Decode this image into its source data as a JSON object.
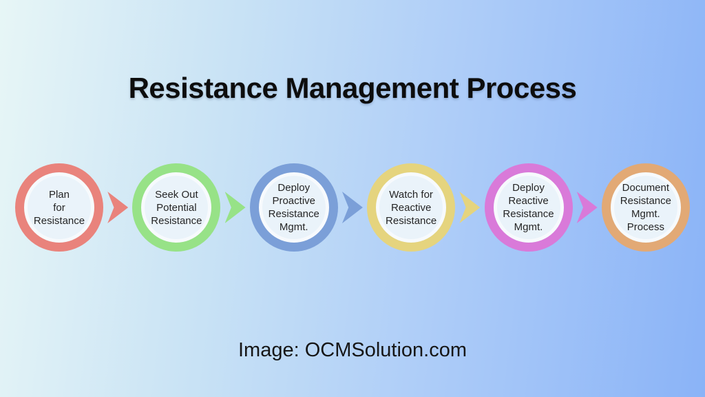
{
  "title": "Resistance Management Process",
  "footer": "Image: OCMSolution.com",
  "colors": {
    "background_start": "#e7f6f6",
    "background_mid": "#c8e2f5",
    "background_end": "#8ab3f7",
    "circle_fill": "#eaf3fa",
    "title_text": "#0d0d0d",
    "step_text": "#252525"
  },
  "steps": [
    {
      "label": "Plan\nfor\nResistance",
      "color": "#e9837c"
    },
    {
      "label": "Seek Out\nPotential\nResistance",
      "color": "#97e287"
    },
    {
      "label": "Deploy\nProactive\nResistance\nMgmt.",
      "color": "#7b9fd8"
    },
    {
      "label": "Watch for\nReactive\nResistance",
      "color": "#e5d47e"
    },
    {
      "label": "Deploy\nReactive\nResistance\nMgmt.",
      "color": "#d97ad9"
    },
    {
      "label": "Document\nResistance\nMgmt.\nProcess",
      "color": "#e2a975"
    }
  ],
  "arrows": [
    {
      "icon": "arrow-right-icon",
      "color": "#e9837c"
    },
    {
      "icon": "arrow-right-icon",
      "color": "#97e287"
    },
    {
      "icon": "arrow-right-icon",
      "color": "#7b9fd8"
    },
    {
      "icon": "arrow-right-icon",
      "color": "#e5d47e"
    },
    {
      "icon": "arrow-right-icon",
      "color": "#d97ad9"
    }
  ]
}
